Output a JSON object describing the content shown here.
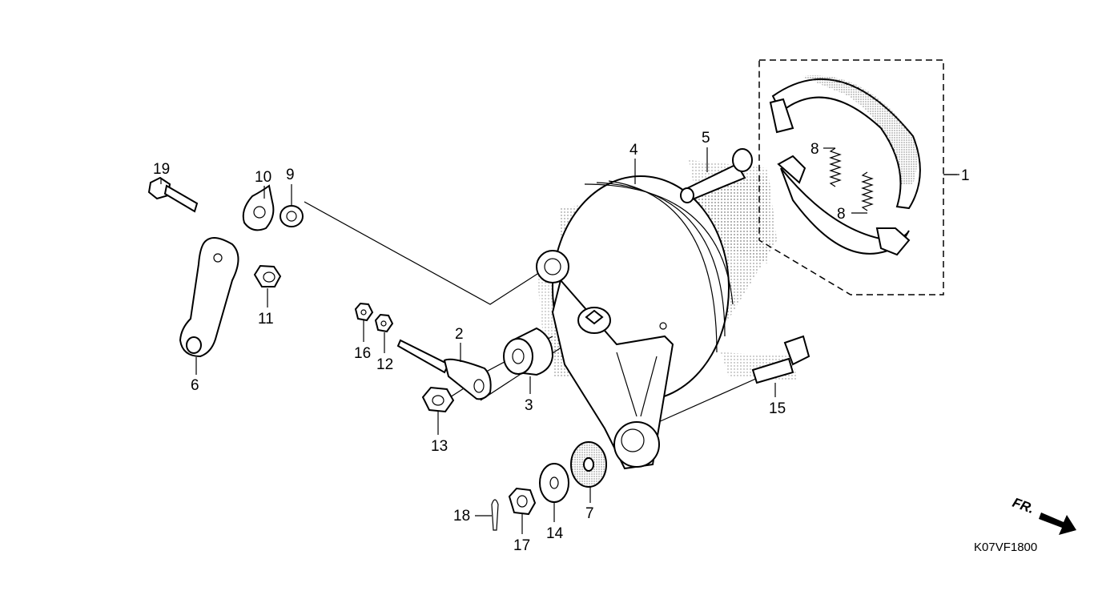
{
  "diagram": {
    "labels": [
      {
        "id": "p1",
        "text": "1"
      },
      {
        "id": "p2",
        "text": "2"
      },
      {
        "id": "p3",
        "text": "3"
      },
      {
        "id": "p4",
        "text": "4"
      },
      {
        "id": "p5",
        "text": "5"
      },
      {
        "id": "p6",
        "text": "6"
      },
      {
        "id": "p7",
        "text": "7"
      },
      {
        "id": "p8a",
        "text": "8"
      },
      {
        "id": "p8b",
        "text": "8"
      },
      {
        "id": "p9",
        "text": "9"
      },
      {
        "id": "p10",
        "text": "10"
      },
      {
        "id": "p11",
        "text": "11"
      },
      {
        "id": "p12",
        "text": "12"
      },
      {
        "id": "p13",
        "text": "13"
      },
      {
        "id": "p14",
        "text": "14"
      },
      {
        "id": "p15",
        "text": "15"
      },
      {
        "id": "p16",
        "text": "16"
      },
      {
        "id": "p17",
        "text": "17"
      },
      {
        "id": "p18",
        "text": "18"
      },
      {
        "id": "p19",
        "text": "19"
      }
    ],
    "drawing_code": "K07VF1800",
    "direction_label": "FR."
  }
}
